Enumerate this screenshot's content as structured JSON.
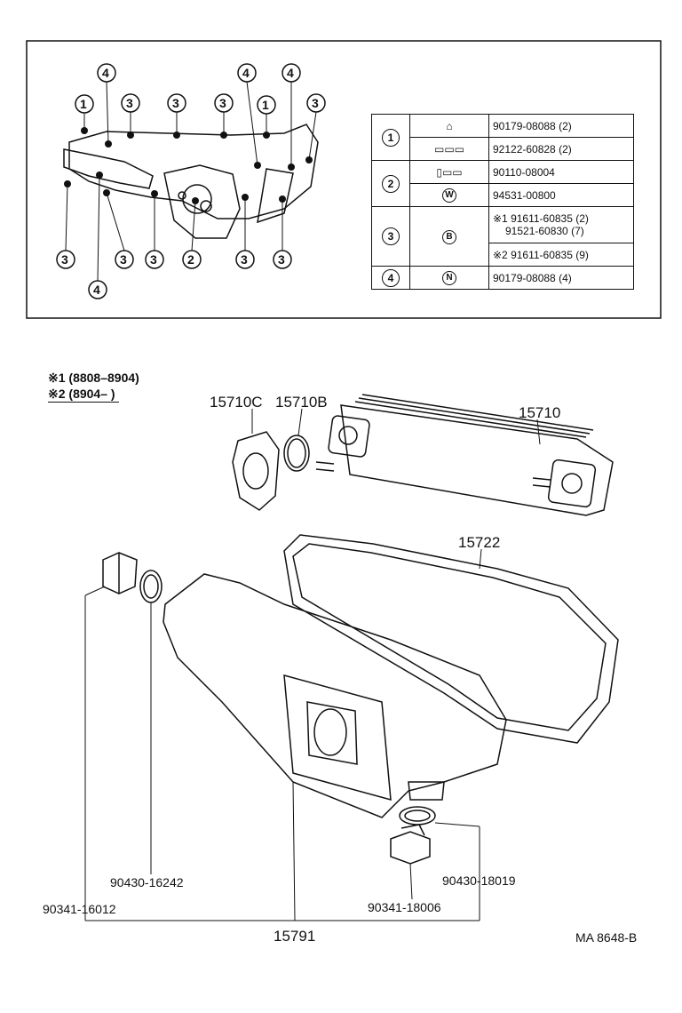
{
  "callouts": {
    "top": [
      "4",
      "3",
      "3",
      "3",
      "4",
      "4",
      "3"
    ],
    "top2": [
      "1",
      "1"
    ],
    "bottom": [
      "3",
      "3",
      "3",
      "2",
      "3",
      "3"
    ],
    "bottom_extra": "4"
  },
  "legend": {
    "rows": [
      {
        "ref": "1",
        "parts": [
          {
            "pn": "90179-08088 (2)",
            "icon": "nut-icon"
          },
          {
            "pn": "92122-60828 (2)",
            "icon": "stud-icon"
          }
        ]
      },
      {
        "ref": "2",
        "parts": [
          {
            "pn": "90110-08004",
            "icon": "bolt-icon"
          },
          {
            "pn": "94531-00800",
            "icon": "washer-w-icon",
            "glyph": "W"
          }
        ]
      },
      {
        "ref": "3",
        "parts": [
          {
            "pn_lines": [
              "※1 91611-60835 (2)",
              "91521-60830 (7)"
            ],
            "icon": "bolt-b-icon",
            "glyph": "B"
          },
          {
            "pn": "※2 91611-60835 (9)"
          }
        ]
      },
      {
        "ref": "4",
        "parts": [
          {
            "pn": "90179-08088 (4)",
            "icon": "nut-n-icon",
            "glyph": "N"
          }
        ]
      }
    ]
  },
  "notes": {
    "line1": "※1  (8808–8904)",
    "line2": "※2  (8904–          )"
  },
  "parts": {
    "p15710C": "15710C",
    "p15710B": "15710B",
    "p15710": "15710",
    "p15722": "15722",
    "p90430_16242": "90430-16242",
    "p90341_16012": "90341-16012",
    "p90430_18019": "90430-18019",
    "p90341_18006": "90341-18006",
    "p15791": "15791",
    "ref": "MA 8648-B"
  }
}
